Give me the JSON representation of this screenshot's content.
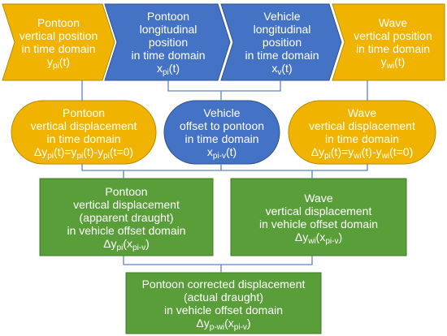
{
  "colors": {
    "orange": "#f0b400",
    "orange_border": "#b88a00",
    "blue": "#4472c4",
    "blue_border": "#2f528f",
    "green": "#5a9e3a",
    "green_border": "#3f7a25",
    "connector": "#5b86c6"
  },
  "nodes": {
    "pontoon_vertical_position": {
      "lines": [
        "Pontoon",
        "vertical position",
        "in time domain"
      ],
      "formula": [
        {
          "t": "y"
        },
        {
          "s": "pi"
        },
        {
          "t": "(t)"
        }
      ]
    },
    "pontoon_longitudinal_position": {
      "lines": [
        "Pontoon",
        "longitudinal",
        "position",
        "in time domain"
      ],
      "formula": [
        {
          "t": "x"
        },
        {
          "s": "pi"
        },
        {
          "t": "(t)"
        }
      ]
    },
    "vehicle_longitudinal_position": {
      "lines": [
        "Vehicle",
        "longitudinal",
        "position",
        "in time domain"
      ],
      "formula": [
        {
          "t": "x"
        },
        {
          "s": "v"
        },
        {
          "t": "(t)"
        }
      ]
    },
    "wave_vertical_position": {
      "lines": [
        "Wave",
        "vertical position",
        "in time domain"
      ],
      "formula": [
        {
          "t": "y"
        },
        {
          "s": "wi"
        },
        {
          "t": "(t)"
        }
      ]
    },
    "pontoon_vertical_displacement_time": {
      "lines": [
        "Pontoon",
        "vertical displacement",
        "in time domain"
      ],
      "formula": [
        {
          "t": "Δy"
        },
        {
          "s": "pi"
        },
        {
          "t": "(t)=y"
        },
        {
          "s": "pi"
        },
        {
          "t": "(t)-y"
        },
        {
          "s": "pi"
        },
        {
          "t": "(t=0)"
        }
      ]
    },
    "vehicle_offset_to_pontoon": {
      "lines": [
        "Vehicle",
        "offset to pontoon",
        "in time domain"
      ],
      "formula": [
        {
          "t": "x"
        },
        {
          "s": "pi-v"
        },
        {
          "t": "(t)"
        }
      ]
    },
    "wave_vertical_displacement_time": {
      "lines": [
        "Wave",
        "vertical displacement",
        "in time domain"
      ],
      "formula": [
        {
          "t": "Δy"
        },
        {
          "s": "pi"
        },
        {
          "t": "(t)=y"
        },
        {
          "s": "wi"
        },
        {
          "t": "(t)-y"
        },
        {
          "s": "wi"
        },
        {
          "t": "(t=0)"
        }
      ]
    },
    "pontoon_vertical_displacement_offset": {
      "lines": [
        "Pontoon",
        "vertical displacement",
        "(apparent draught)",
        "in vehicle offset domain"
      ],
      "formula": [
        {
          "t": "Δy"
        },
        {
          "s": "pi"
        },
        {
          "t": "(x"
        },
        {
          "s": "pi-v"
        },
        {
          "t": ")"
        }
      ]
    },
    "wave_vertical_displacement_offset": {
      "lines": [
        "Wave",
        "vertical displacement",
        "in vehicle offset domain"
      ],
      "formula": [
        {
          "t": "Δy"
        },
        {
          "s": "wi"
        },
        {
          "t": "(x"
        },
        {
          "s": "pi-v"
        },
        {
          "t": ")"
        }
      ]
    },
    "pontoon_corrected_displacement": {
      "lines": [
        "Pontoon corrected displacement",
        "(actual draught)",
        "in vehicle offset domain"
      ],
      "formula": [
        {
          "t": "Δy"
        },
        {
          "s": "p-wi"
        },
        {
          "t": "(x"
        },
        {
          "s": "pi-v"
        },
        {
          "t": ")"
        }
      ]
    }
  }
}
